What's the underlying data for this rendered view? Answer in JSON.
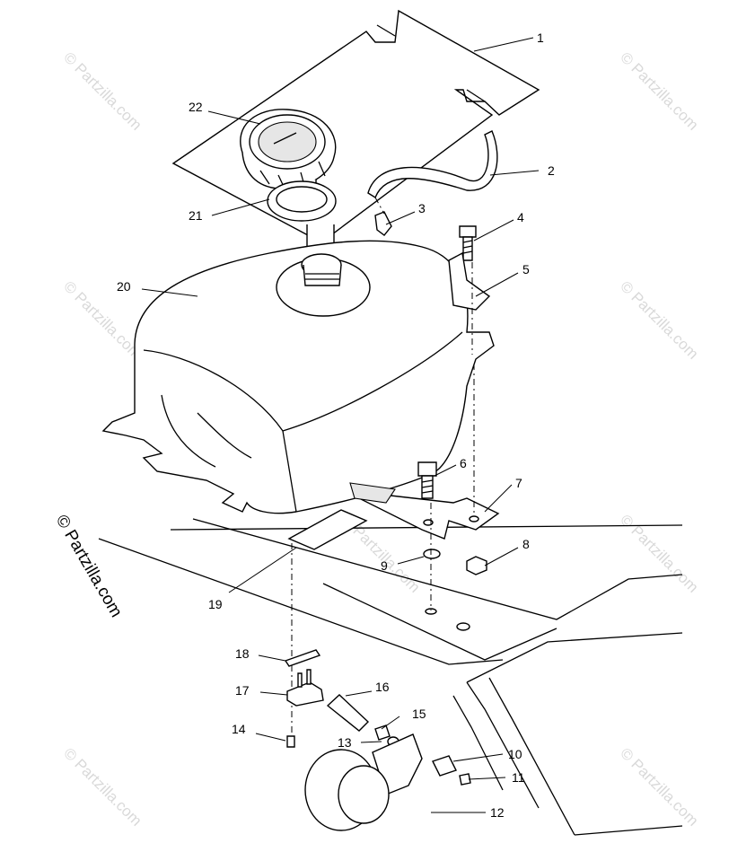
{
  "callouts": [
    {
      "id": "1",
      "label": "1"
    },
    {
      "id": "2",
      "label": "2"
    },
    {
      "id": "3",
      "label": "3"
    },
    {
      "id": "4",
      "label": "4"
    },
    {
      "id": "5",
      "label": "5"
    },
    {
      "id": "6",
      "label": "6"
    },
    {
      "id": "7",
      "label": "7"
    },
    {
      "id": "8",
      "label": "8"
    },
    {
      "id": "9",
      "label": "9"
    },
    {
      "id": "10",
      "label": "10"
    },
    {
      "id": "11",
      "label": "11"
    },
    {
      "id": "12",
      "label": "12"
    },
    {
      "id": "13",
      "label": "13"
    },
    {
      "id": "14",
      "label": "14"
    },
    {
      "id": "15",
      "label": "15"
    },
    {
      "id": "16",
      "label": "16"
    },
    {
      "id": "17",
      "label": "17"
    },
    {
      "id": "18",
      "label": "18"
    },
    {
      "id": "19",
      "label": "19"
    },
    {
      "id": "20",
      "label": "20"
    },
    {
      "id": "21",
      "label": "21"
    },
    {
      "id": "22",
      "label": "22"
    }
  ],
  "watermark": "© Partzilla.com",
  "copyright": "© Partzilla.com",
  "colors": {
    "line": "#000000",
    "watermark": "#d9d9d9",
    "background": "#ffffff"
  }
}
